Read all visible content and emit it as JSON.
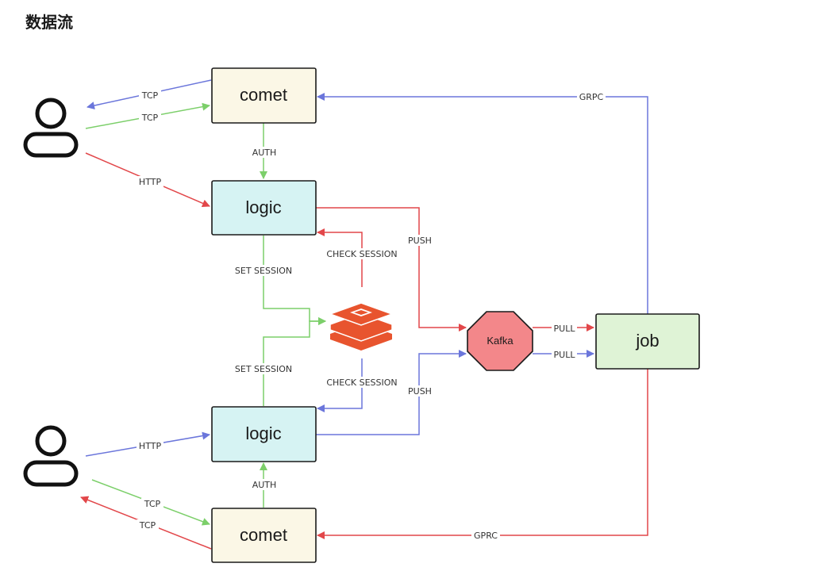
{
  "title": "数据流",
  "colors": {
    "blue": "#6b76db",
    "green": "#7ccf6a",
    "red": "#e2474a",
    "comet_fill": "#fbf7e6",
    "logic_fill": "#d6f3f3",
    "job_fill": "#dff3d6",
    "kafka_fill": "#f3878a",
    "redis": "#e8542e"
  },
  "nodes": {
    "comet_top": "comet",
    "logic_top": "logic",
    "logic_bottom": "logic",
    "comet_bottom": "comet",
    "job": "job",
    "kafka": "Kafka"
  },
  "icons": {
    "user_top": "user-icon",
    "user_bottom": "user-icon",
    "redis": "redis-icon"
  },
  "edges": {
    "tcp_top_out": "TCP",
    "tcp_top_in": "TCP",
    "http_top": "HTTP",
    "auth_top": "AUTH",
    "grpc_top": "GRPC",
    "push_top": "PUSH",
    "check_session_top": "CHECK SESSION",
    "set_session_top": "SET SESSION",
    "set_session_bottom": "SET SESSION",
    "check_session_bottom": "CHECK SESSION",
    "push_bottom": "PUSH",
    "pull_top": "PULL",
    "pull_bottom": "PULL",
    "http_bottom": "HTTP",
    "auth_bottom": "AUTH",
    "tcp_bottom_in": "TCP",
    "tcp_bottom_out": "TCP",
    "grpc_bottom": "GPRC"
  }
}
